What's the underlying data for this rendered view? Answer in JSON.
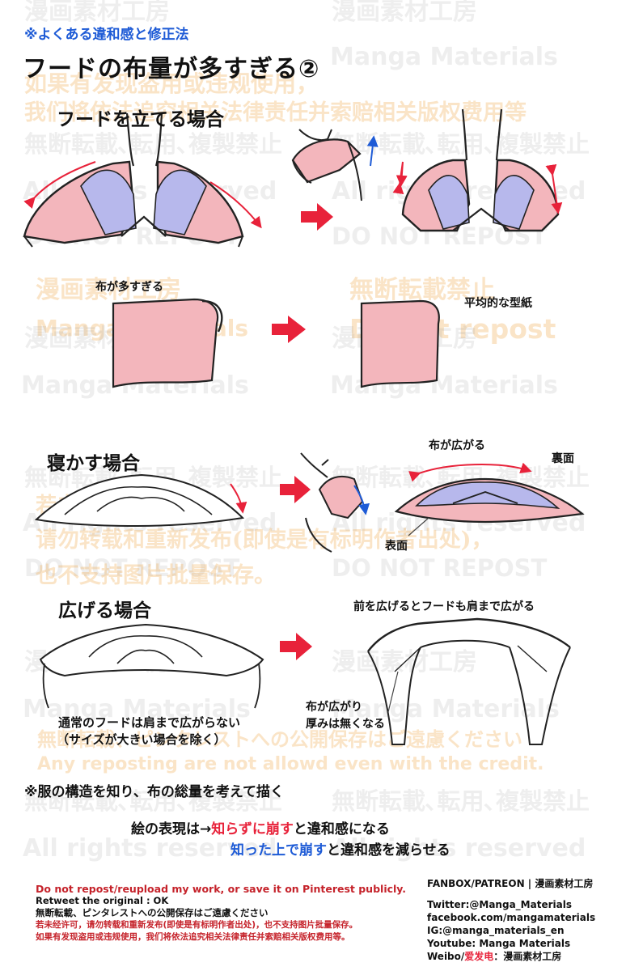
{
  "header": {
    "series": "※よくある違和感と修正法",
    "title": "フードの布量が多すぎる②"
  },
  "sections": {
    "standing": {
      "title": "フードを立てる場合"
    },
    "lying": {
      "title": "寝かす場合"
    },
    "spread": {
      "title": "広げる場合"
    }
  },
  "labels": {
    "too_much_cloth": "布が多すぎる",
    "average_pattern": "平均的な型紙",
    "cloth_spreads": "布が広がる",
    "back_side": "裏面",
    "front_side": "表面",
    "spread_front": "前を広げるとフードも肩まで広がる",
    "cloth_spreads_thin_line1": "布が広がり",
    "cloth_spreads_thin_line2": "厚みは無くなる",
    "normal_hood_line1": "通常のフードは肩まで広がらない",
    "normal_hood_line2": "（サイズが大きい場合を除く）"
  },
  "notes": {
    "structure": "※服の構造を知り、布の総量を考えて描く",
    "expr_prefix": "絵の表現は→",
    "expr_red": "知らずに崩す",
    "expr_suffix": "と違和感になる",
    "expr2_blue": "知った上で崩す",
    "expr2_suffix": "と違和感を減らせる"
  },
  "footer": {
    "line1": "Do not repost/reupload my work, or save it on Pinterest publicly.",
    "line2": "Retweet the original : OK",
    "line3": "無断転載、ピンタレストへの公開保存はご遠慮ください",
    "line4": "若未经许可，请勿转载和重新发布(即使是有标明作者出处)，也不支持图片批量保存。",
    "line5": "如果有发现盗用或违规使用，我们将依法追究相关法律责任并索赔相关版权费用等。",
    "fanbox": "FANBOX/PATREON",
    "fanbox_sep": " | ",
    "fanbox_name": "漫画素材工房",
    "twitter": "Twitter:@Manga_Materials",
    "facebook": "facebook.com/mangamaterials",
    "ig": "IG:@manga_materials_en",
    "youtube": "Youtube: Manga Materials",
    "weibo_prefix": "Weibo/",
    "weibo_red": "爱发电",
    "weibo_suffix": "：漫画素材工房"
  },
  "watermarks": {
    "manga_jp": "漫画素材工房",
    "manga_en": "Manga Materials",
    "no_repost_cn": "如果有发现盗用或违规使用，",
    "legal_cn": "我们将依法追究相关法律责任并索赔相关版权费用等",
    "forbidden_jp": "無断転載､転用､複製禁止",
    "all_rights": "All rights reserved",
    "do_not_repost": "DO NOT REPOST",
    "forbidden_short": "無断転載禁止",
    "do_not_repost_2": "Do not repost",
    "no_permission_cn": "若未经许可",
    "no_repost_cn2": "请勿转载和重新发布(即使是有标明作者出处)，",
    "no_batch_cn": "也不支持图片批量保存。",
    "pinterest_jp": "無断転載、ピンタレストへの公開保存はご遠慮ください",
    "any_reposting": "Any reposting are not allowd even with the credit."
  },
  "colors": {
    "accent_red": "#e8223a",
    "accent_blue": "#1e5bd6",
    "hood_pink": "#f3b6bc",
    "hood_lavender": "#b7b8ec",
    "watermark_orange": "#f0aa50"
  }
}
